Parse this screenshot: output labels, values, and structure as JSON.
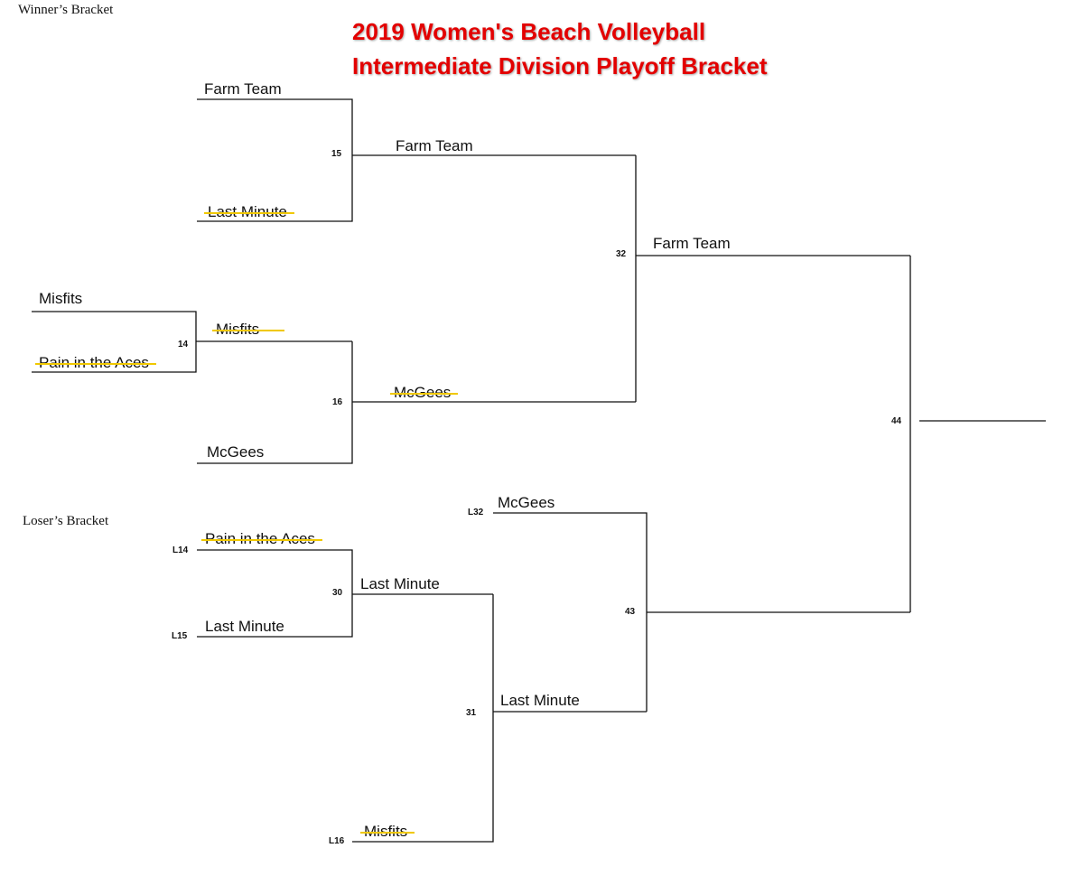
{
  "headings": {
    "winners": "Winner’s Bracket",
    "losers": "Loser’s Bracket"
  },
  "title": {
    "line1": "2019 Women's Beach Volleyball",
    "line2": "Intermediate Division Playoff Bracket",
    "color": "#e30000"
  },
  "strike_color": "#f0c800",
  "winners_bracket": [
    {
      "team": "Farm Team",
      "eliminated": false
    },
    {
      "team": "Last Minute",
      "eliminated": true
    },
    {
      "team": "Misfits",
      "eliminated": false
    },
    {
      "team": "Pain in the Aces",
      "eliminated": true
    },
    {
      "team": "Misfits",
      "eliminated": true
    },
    {
      "team": "McGees",
      "eliminated": false
    },
    {
      "team": "Farm Team",
      "eliminated": false
    },
    {
      "team": "McGees",
      "eliminated": true
    },
    {
      "team": "Farm Team",
      "eliminated": false
    }
  ],
  "losers_bracket": [
    {
      "team": "Pain in the Aces",
      "eliminated": true
    },
    {
      "team": "Last Minute",
      "eliminated": false
    },
    {
      "team": "Last Minute",
      "eliminated": false
    },
    {
      "team": "Misfits",
      "eliminated": true
    },
    {
      "team": "Last Minute",
      "eliminated": false
    },
    {
      "team": "McGees",
      "eliminated": false
    }
  ],
  "games": {
    "g14": "14",
    "g15": "15",
    "g16": "16",
    "g32": "32",
    "g30": "30",
    "g31": "31",
    "g43": "43",
    "g44": "44",
    "l14": "L14",
    "l15": "L15",
    "l16": "L16",
    "l32": "L32"
  }
}
